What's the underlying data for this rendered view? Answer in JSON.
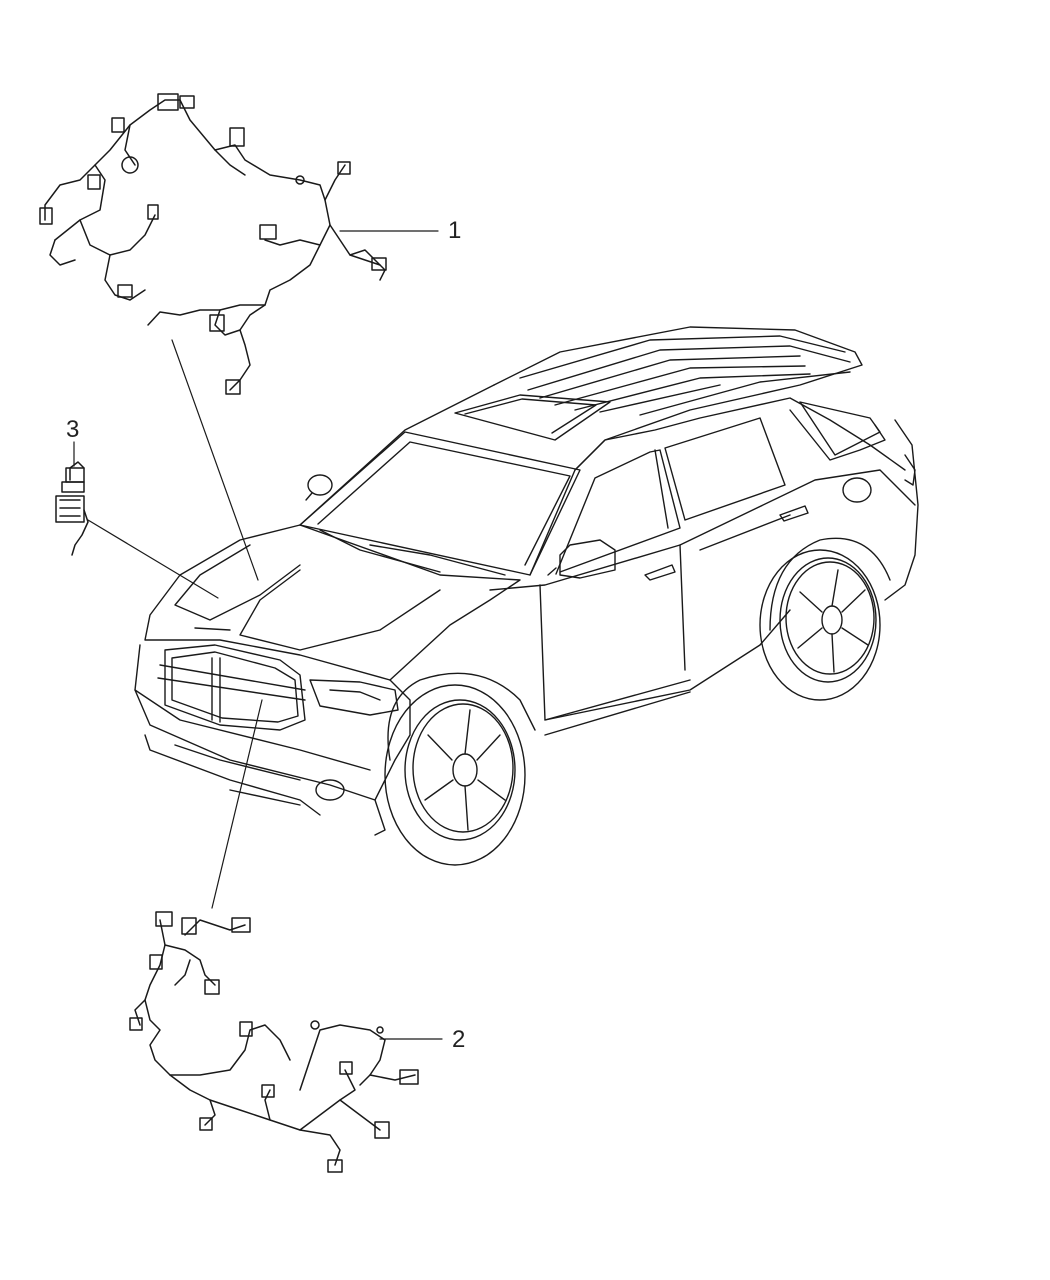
{
  "callouts": [
    {
      "label": "1",
      "part": "wiring-harness-upper"
    },
    {
      "label": "2",
      "part": "wiring-harness-lower"
    },
    {
      "label": "3",
      "part": "connector-module"
    }
  ],
  "colors": {
    "line": "#1a1a1a",
    "background": "#ffffff"
  }
}
